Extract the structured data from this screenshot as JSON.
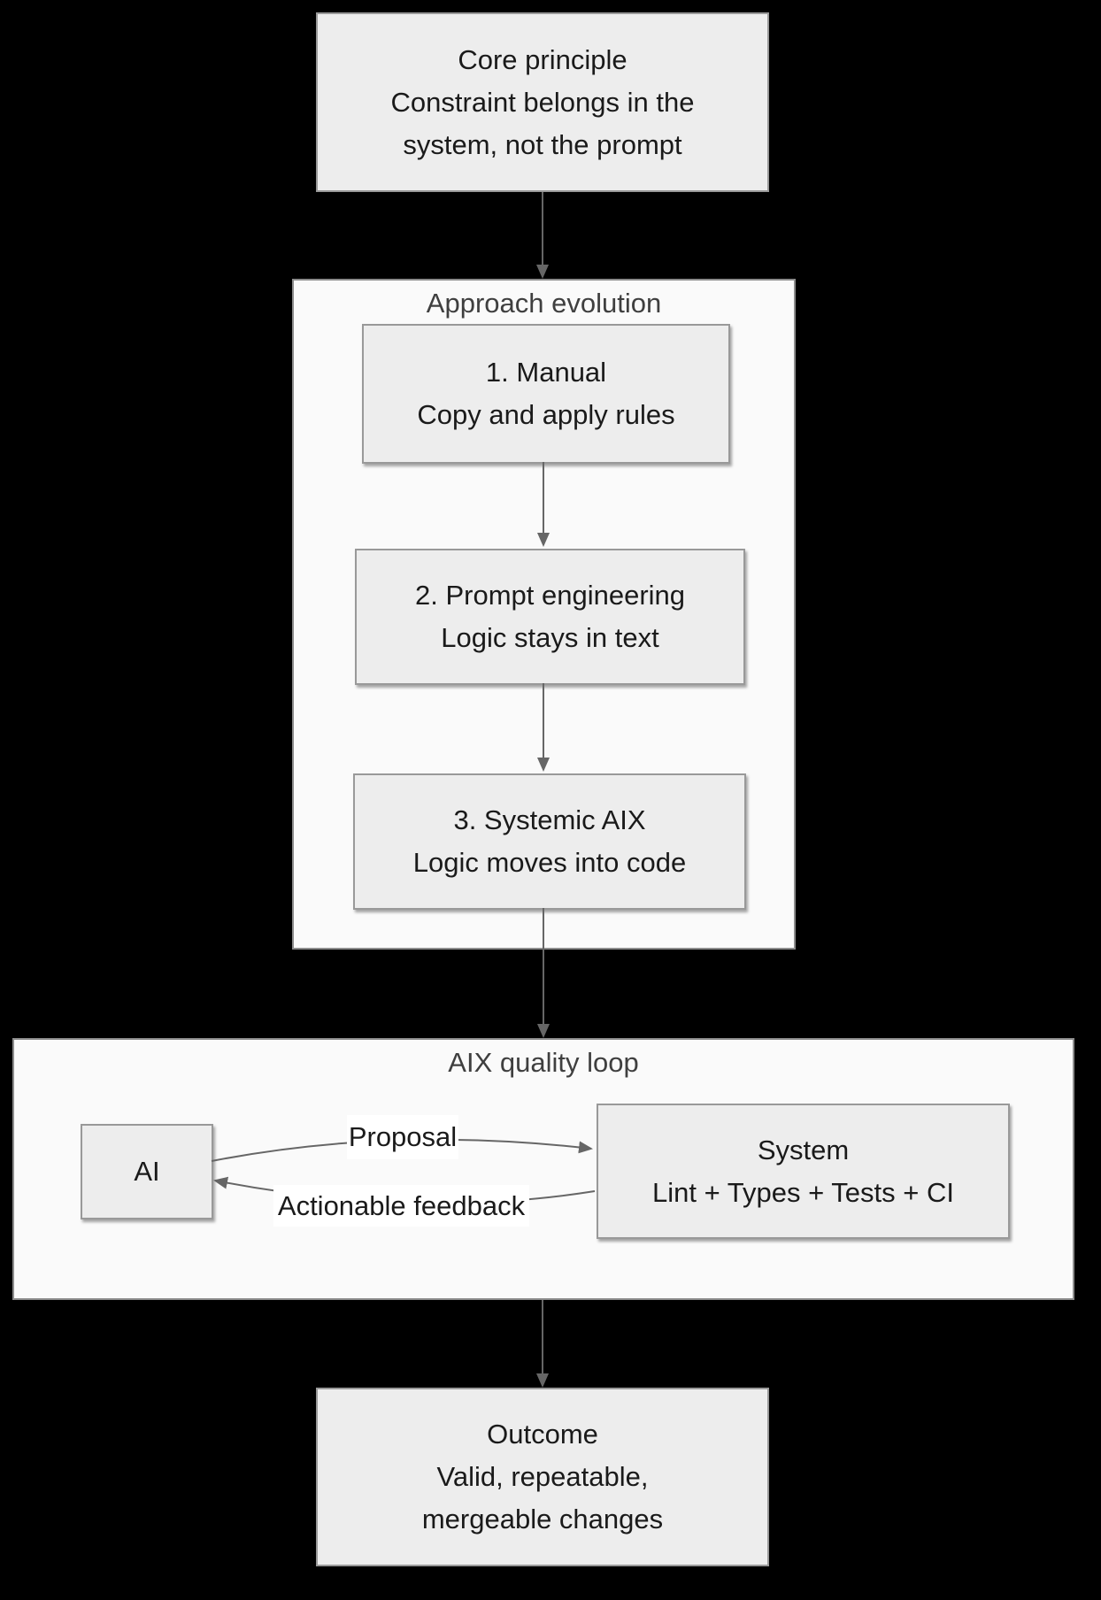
{
  "colors": {
    "background": "#000000",
    "box_fill": "#ededed",
    "box_border": "#999999",
    "container_fill": "#fafafa",
    "container_border": "#8c8c8c",
    "arrow": "#666666",
    "text": "#1a1a1a",
    "title_text": "#3f3f3f",
    "edge_label_bg": "#ffffff"
  },
  "nodes": {
    "core": {
      "line1": "Core principle",
      "line2": "Constraint belongs in the",
      "line3": "system, not the prompt"
    },
    "approach": {
      "title": "Approach evolution",
      "step1": {
        "line1": "1. Manual",
        "line2": "Copy and apply rules"
      },
      "step2": {
        "line1": "2. Prompt engineering",
        "line2": "Logic stays in text"
      },
      "step3": {
        "line1": "3. Systemic AIX",
        "line2": "Logic moves into code"
      }
    },
    "loop": {
      "title": "AIX quality loop",
      "ai": {
        "label": "AI"
      },
      "system": {
        "line1": "System",
        "line2": "Lint + Types + Tests + CI"
      },
      "proposal_label": "Proposal",
      "feedback_label": "Actionable feedback"
    },
    "outcome": {
      "line1": "Outcome",
      "line2": "Valid, repeatable,",
      "line3": "mergeable changes"
    }
  }
}
